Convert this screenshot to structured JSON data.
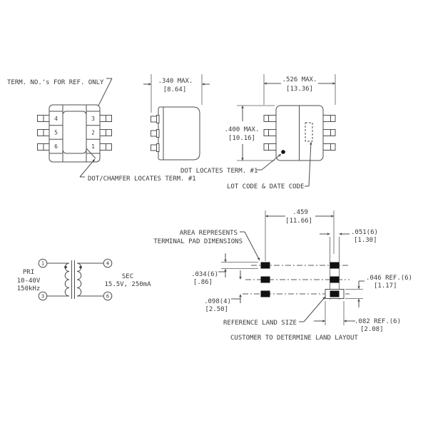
{
  "drawing": {
    "top_view": {
      "note_terminals": "TERM. NO.'s FOR REF. ONLY",
      "note_chamfer": "DOT/CHAMFER LOCATES TERM. #1",
      "pin_numbers": {
        "p1": "1",
        "p2": "2",
        "p3": "3",
        "p4": "4",
        "p5": "5",
        "p6": "6"
      }
    },
    "side_view": {
      "width_in": ".340 MAX.",
      "width_mm": "[8.64]"
    },
    "bottom_view": {
      "width_in": ".526 MAX.",
      "width_mm": "[13.36]",
      "height_in": ".400 MAX.",
      "height_mm": "[10.16]",
      "note_dot": "DOT LOCATES TERM. #1",
      "note_lot": "LOT CODE & DATE CODE"
    },
    "schematic": {
      "primary": {
        "label": "PRI",
        "voltage": "10-40V",
        "frequency": "150kHz"
      },
      "secondary": {
        "label": "SEC",
        "rating": "15.5V, 250mA"
      },
      "pins": {
        "p1": "1",
        "p3": "3",
        "p4": "4",
        "p6": "6"
      }
    },
    "land_pattern": {
      "note_area_line1": "AREA REPRESENTS",
      "note_area_line2": "TERMINAL PAD DIMENSIONS",
      "pitch_x_in": ".459",
      "pitch_x_mm": "[11.66]",
      "pad_w_in": ".051(6)",
      "pad_w_mm": "[1.30]",
      "pad_h_in": ".034(6)",
      "pad_h_mm": "[.86]",
      "pitch_y_in": ".098(4)",
      "pitch_y_mm": "[2.50]",
      "land_h_in": ".046 REF.(6)",
      "land_h_mm": "[1.17]",
      "land_w_in": ".082 REF.(6)",
      "land_w_mm": "[2.08]",
      "note_reference": "REFERENCE LAND SIZE",
      "note_customer": "CUSTOMER TO DETERMINE LAND LAYOUT"
    },
    "colors": {
      "line": "#4d4d4d",
      "text": "#3a3a3a",
      "pad_fill": "#111111",
      "background": "#ffffff"
    }
  }
}
